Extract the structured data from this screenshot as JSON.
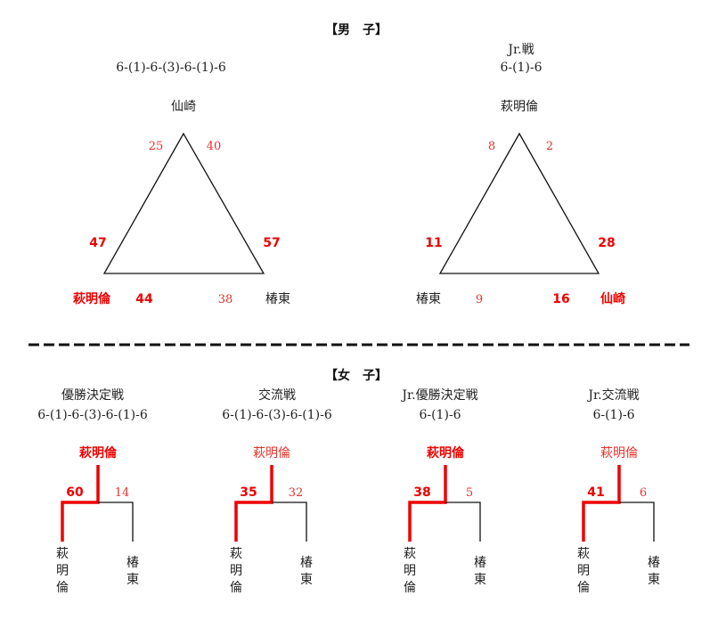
{
  "men": {
    "header": "【男　子】",
    "main": {
      "title": "",
      "score_line": "6-(1)-6-(3)-6-(1)-6",
      "top_team": "仙崎",
      "left_team": "萩明倫",
      "right_team": "椿東",
      "top_left_score": "25",
      "top_right_score": "40",
      "left_mid_score": "47",
      "right_mid_score": "57",
      "bottom_left_score": "44",
      "bottom_right_score": "38"
    },
    "jr": {
      "title": "Jr.戦",
      "score_line": "6-(1)-6",
      "top_team": "萩明倫",
      "left_team": "椿東",
      "right_team": "仙崎",
      "top_left_score": "8",
      "top_right_score": "2",
      "left_mid_score": "11",
      "right_mid_score": "28",
      "bottom_left_score": "9",
      "bottom_right_score": "16"
    }
  },
  "women": {
    "header": "【女　子】",
    "brackets": [
      {
        "title": "優勝決定戦",
        "score_line": "6-(1)-6-(3)-6-(1)-6",
        "winner": "萩明倫",
        "winner_bold": true,
        "left_score": "60",
        "right_score": "14",
        "left_team": [
          "萩",
          "明",
          "倫"
        ],
        "right_team": [
          "椿",
          "東"
        ]
      },
      {
        "title": "交流戦",
        "score_line": "6-(1)-6-(3)-6-(1)-6",
        "winner": "萩明倫",
        "winner_bold": false,
        "left_score": "35",
        "right_score": "32",
        "left_team": [
          "萩",
          "明",
          "倫"
        ],
        "right_team": [
          "椿",
          "東"
        ]
      },
      {
        "title": "Jr.優勝決定戦",
        "score_line": "6-(1)-6",
        "winner": "萩明倫",
        "winner_bold": true,
        "left_score": "38",
        "right_score": "5",
        "left_team": [
          "萩",
          "明",
          "倫"
        ],
        "right_team": [
          "椿",
          "東"
        ]
      },
      {
        "title": "Jr.交流戦",
        "score_line": "6-(1)-6",
        "winner": "萩明倫",
        "winner_bold": false,
        "left_score": "41",
        "right_score": "6",
        "left_team": [
          "萩",
          "明",
          "倫"
        ],
        "right_team": [
          "椿",
          "東"
        ]
      }
    ]
  },
  "colors": {
    "winner_red": "#ee0000",
    "score_red": "#e8322c",
    "line_black": "#111111"
  }
}
